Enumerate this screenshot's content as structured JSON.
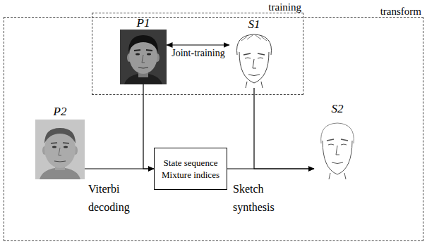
{
  "diagram": {
    "nodes": [
      {
        "text": [
          "transform"
        ]
      },
      {
        "text": [
          "training"
        ],
        "in": 0
      },
      {
        "text": [
          "P1"
        ],
        "in": 1
      },
      {
        "text": [
          "S1"
        ],
        "in": 1
      },
      {
        "text": [
          "P2"
        ],
        "in": 0
      },
      {
        "text": [
          "State sequence Mixture indices"
        ],
        "in": 0
      },
      {
        "text": [
          "S2"
        ],
        "in": 0
      }
    ],
    "edges": [
      {
        "from": 2,
        "to": 3,
        "label": "Joint-training",
        "arrow": "both"
      },
      {
        "from": 4,
        "to": 5,
        "label": "Viterbi decoding",
        "arrow": "to"
      },
      {
        "from": 5,
        "to": 6,
        "label": "Sketch synthesis",
        "arrow": "to"
      },
      {
        "from": 2,
        "to": 5,
        "arrow": "to"
      },
      {
        "from": 3,
        "to": 6,
        "arrow": "to"
      }
    ]
  }
}
